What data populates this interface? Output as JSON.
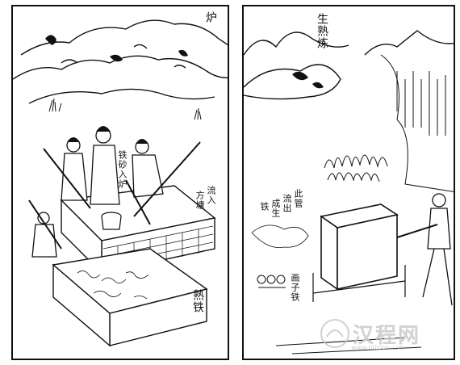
{
  "labels": {
    "furnace": "炉",
    "ore_into_furnace": "铁砂入炉",
    "enter_box": "流入",
    "square_pool": "方塘",
    "raw_iron_lower": "熟铁",
    "raw_cooked": "生熟炼",
    "this_way": "此管",
    "flows_out": "流出",
    "becomes_raw": "成生",
    "iron": "铁",
    "ingot_note": "画子铁"
  },
  "watermark": {
    "text": "汉程网",
    "url": "www.httpcn.com"
  }
}
